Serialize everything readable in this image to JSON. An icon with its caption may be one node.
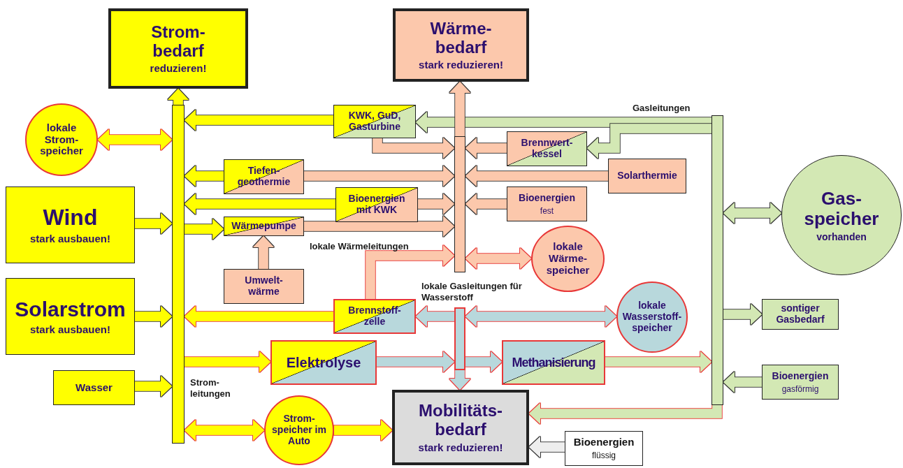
{
  "diagram": {
    "nodes": [
      {
        "text": [
          "Strom- bedarf",
          "reduzieren!"
        ]
      },
      {
        "text": [
          "Wärme- bedarf",
          "stark reduzieren!"
        ]
      },
      {
        "text": [
          "lokale Strom- speicher"
        ]
      },
      {
        "text": [
          "KWK, GuD, Gasturbine"
        ]
      },
      {
        "text": [
          "Brennwert- kessel"
        ]
      },
      {
        "text": [
          "Tiefen- geothermie"
        ]
      },
      {
        "text": [
          "Solarthermie"
        ]
      },
      {
        "text": [
          "Wind",
          "stark ausbauen!"
        ]
      },
      {
        "text": [
          "Bioenergien mit KWK"
        ]
      },
      {
        "text": [
          "Bioenergien",
          "fest"
        ]
      },
      {
        "text": [
          "Gas- speicher",
          "vorhanden"
        ]
      },
      {
        "text": [
          "Wärmepumpe"
        ]
      },
      {
        "text": [
          "lokale Wärme- speicher"
        ]
      },
      {
        "text": [
          "Umwelt- wärme"
        ]
      },
      {
        "text": [
          "Solarstrom",
          "stark ausbauen!"
        ]
      },
      {
        "text": [
          "Brennstoff- zelle"
        ]
      },
      {
        "text": [
          "lokale Wasserstoff- speicher"
        ]
      },
      {
        "text": [
          "sontiger Gasbedarf"
        ]
      },
      {
        "text": [
          "Elektrolyse"
        ]
      },
      {
        "text": [
          "Methanisierung"
        ]
      },
      {
        "text": [
          "Bioenergien",
          "gasförmig"
        ]
      },
      {
        "text": [
          "Wasser"
        ]
      },
      {
        "text": [
          "Strom- speicher im Auto"
        ]
      },
      {
        "text": [
          "Mobilitäts- bedarf",
          "stark reduzieren!"
        ]
      },
      {
        "text": [
          "Bioenergien",
          "flüssig"
        ]
      },
      {
        "text": [],
        "shape": "bar",
        "beside": [
          "Strom- leitungen"
        ]
      },
      {
        "text": [],
        "shape": "bar"
      },
      {
        "text": [],
        "shape": "bar",
        "beside": [
          "Gasleitungen"
        ]
      },
      {
        "text": [],
        "shape": "bar",
        "beside": [
          "lokale Gasleitungen für Wasserstoff"
        ]
      }
    ],
    "edges": [
      {
        "from": 25,
        "to": 0,
        "arrow": "to"
      },
      {
        "from": 2,
        "to": 25,
        "arrow": "both"
      },
      {
        "from": 3,
        "to": 25,
        "arrow": "to"
      },
      {
        "from": 3,
        "to": 26,
        "arrow": "to",
        "color": "#fcc8ac"
      },
      {
        "from": 27,
        "to": 3,
        "arrow": "to",
        "color": "#d3e8b4"
      },
      {
        "from": 27,
        "to": 4,
        "arrow": "to",
        "color": "#d3e8b4"
      },
      {
        "from": 4,
        "to": 26,
        "arrow": "to",
        "color": "#fcc8ac"
      },
      {
        "from": 5,
        "to": 25,
        "arrow": "to"
      },
      {
        "from": 5,
        "to": 26,
        "arrow": "to",
        "color": "#fcc8ac"
      },
      {
        "from": 6,
        "to": 26,
        "arrow": "to",
        "color": "#fcc8ac"
      },
      {
        "from": 7,
        "to": 25,
        "arrow": "to"
      },
      {
        "from": 8,
        "to": 25,
        "arrow": "to"
      },
      {
        "from": 8,
        "to": 26,
        "arrow": "to",
        "color": "#fcc8ac"
      },
      {
        "from": 9,
        "to": 26,
        "arrow": "to",
        "color": "#fcc8ac"
      },
      {
        "from": 27,
        "to": 10,
        "arrow": "both",
        "color": "#d3e8b4"
      },
      {
        "from": 25,
        "to": 11,
        "arrow": "to"
      },
      {
        "from": 11,
        "to": 26,
        "arrow": "to",
        "color": "#fcc8ac"
      },
      {
        "from": 13,
        "to": 11,
        "arrow": "to",
        "color": "#fcc8ac"
      },
      {
        "from": 26,
        "to": 12,
        "arrow": "both",
        "color": "#fcc8ac"
      },
      {
        "from": 15,
        "to": 26,
        "arrow": "to",
        "color": "#fcc8ac"
      },
      {
        "from": 14,
        "to": 25,
        "arrow": "to"
      },
      {
        "from": 15,
        "to": 25,
        "arrow": "to"
      },
      {
        "from": 28,
        "to": 15,
        "arrow": "to",
        "color": "#b8d8dc"
      },
      {
        "from": 28,
        "to": 16,
        "arrow": "both",
        "color": "#b8d8dc"
      },
      {
        "from": 25,
        "to": 18,
        "arrow": "to"
      },
      {
        "from": 18,
        "to": 28,
        "arrow": "to",
        "color": "#b8d8dc"
      },
      {
        "from": 28,
        "to": 19,
        "arrow": "to",
        "color": "#b8d8dc"
      },
      {
        "from": 19,
        "to": 27,
        "arrow": "to",
        "color": "#d3e8b4"
      },
      {
        "from": 28,
        "to": 23,
        "arrow": "to",
        "color": "#b8d8dc"
      },
      {
        "from": 27,
        "to": 17,
        "arrow": "to",
        "color": "#d3e8b4"
      },
      {
        "from": 20,
        "to": 27,
        "arrow": "to",
        "color": "#d3e8b4"
      },
      {
        "from": 27,
        "to": 23,
        "arrow": "to",
        "color": "#d3e8b4"
      },
      {
        "from": 21,
        "to": 25,
        "arrow": "to"
      },
      {
        "from": 25,
        "to": 22,
        "arrow": "both"
      },
      {
        "from": 22,
        "to": 23,
        "arrow": "to"
      },
      {
        "from": 24,
        "to": 23,
        "arrow": "to",
        "color": "#eeeeee"
      },
      {
        "from": 26,
        "to": 1,
        "arrow": "to",
        "color": "#fcc8ac"
      }
    ],
    "labels": [
      "lokale Wärmeleitungen"
    ]
  }
}
